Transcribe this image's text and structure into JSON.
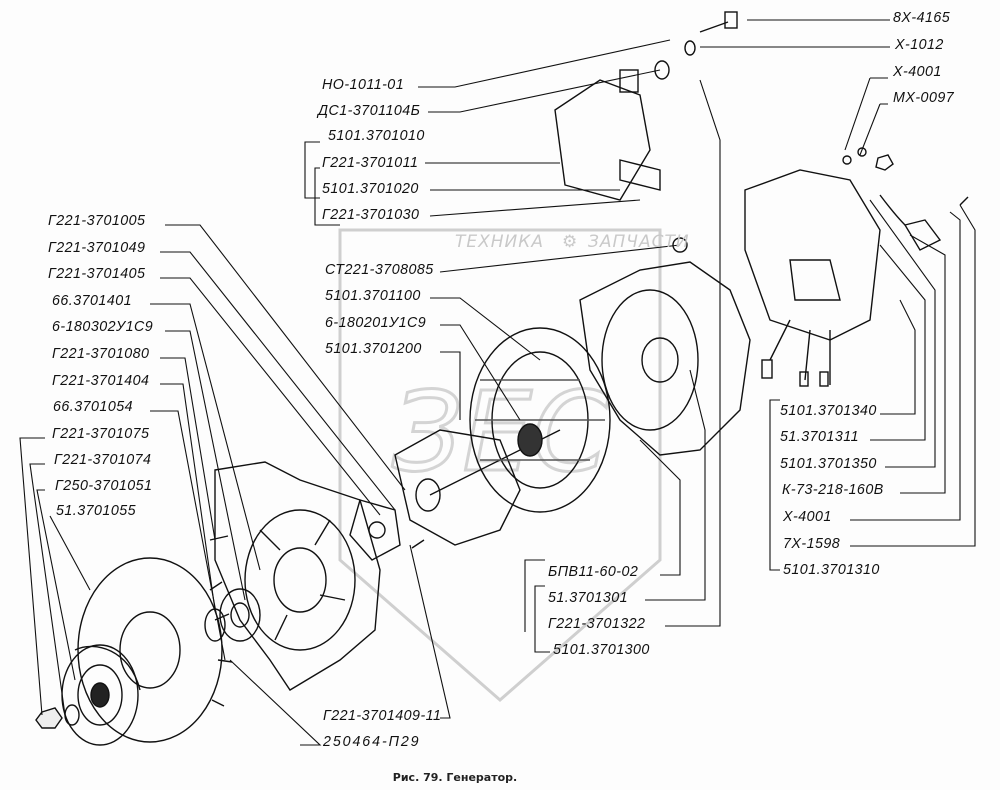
{
  "watermark": {
    "left_text": "ТЕХНИКА",
    "right_text": "ЗАПЧАСТИ",
    "logo": "ЗЕС",
    "icon": "gear-icon"
  },
  "labels": {
    "top_right": [
      "8X-4165",
      "X-1012",
      "X-4001",
      "MX-0097"
    ],
    "upper_middle": [
      "НО-1011-01",
      "ДС1-3701104Б",
      "5101.3701010",
      "Г221-3701011",
      "5101.3701020",
      "Г221-3701030",
      "СТ221-3708085",
      "5101.3701100",
      "6-180201У1С9",
      "5101.3701200"
    ],
    "left": [
      "Г221-3701005",
      "Г221-3701049",
      "Г221-3701405",
      "66.3701401",
      "6-180302У1С9",
      "Г221-3701080",
      "Г221-3701404",
      "66.3701054",
      "Г221-3701075",
      "Г221-3701074",
      "Г250-3701051",
      "51.3701055"
    ],
    "right": [
      "5101.3701340",
      "51.3701311",
      "5101.3701350",
      "К-73-218-160В",
      "X-4001",
      "7X-1598",
      "5101.3701310"
    ],
    "bottom_middle": [
      "БПВ11-60-02",
      "51.3701301",
      "Г221-3701322",
      "5101.3701300"
    ],
    "bottom_left": [
      "Г221-3701409-11",
      "250464-П29"
    ]
  },
  "caption": "Рис. 79. Генератор."
}
